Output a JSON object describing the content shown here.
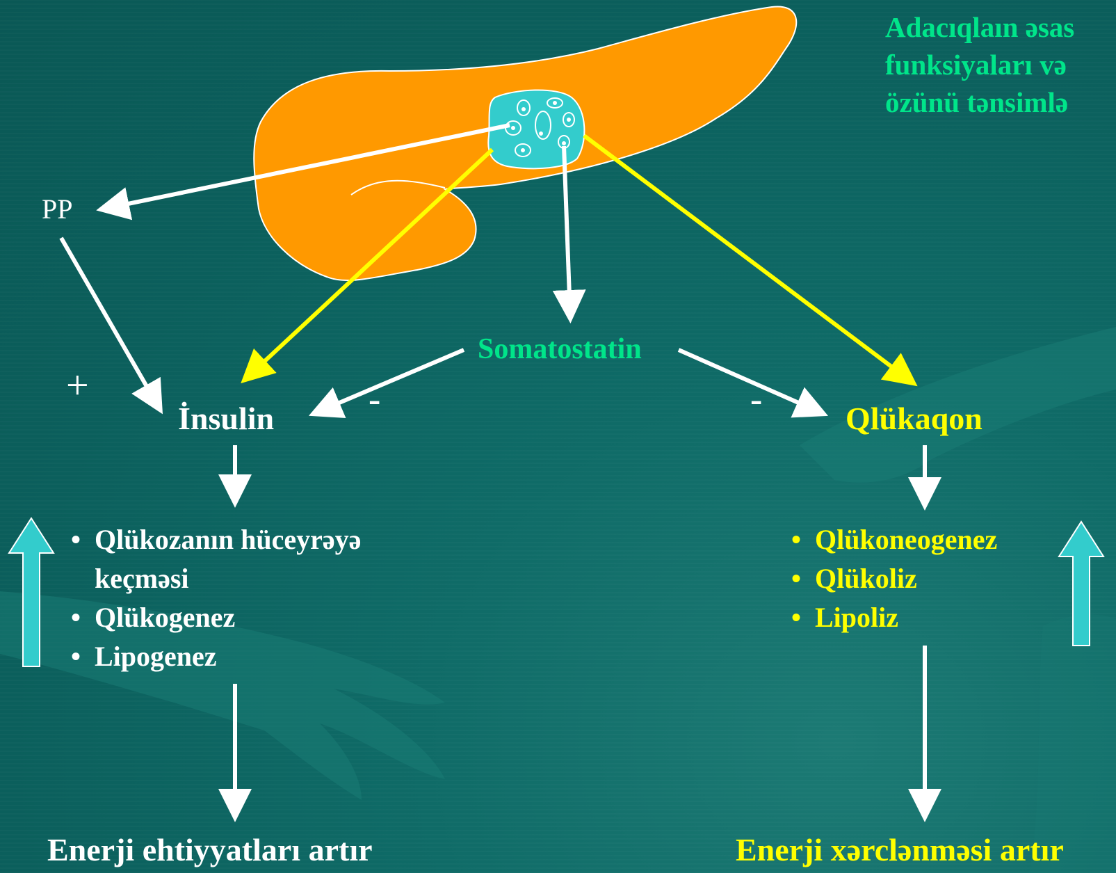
{
  "title_lines": [
    "Adacıqlaın əsas",
    "funksiyaları və",
    "özünü tənsimlə"
  ],
  "hormones": {
    "pp": "PP",
    "somatostatin": "Somatostatin",
    "insulin": "İnsulin",
    "glucagon": "Qlükaqon"
  },
  "signs": {
    "plus": "+",
    "minus_left": "-",
    "minus_right": "-"
  },
  "insulin_effects": [
    "Qlükozanın hüceyrəyə keçməsi",
    "Qlükogenez",
    "Lipogenez"
  ],
  "glucagon_effects": [
    "Qlükoneogenez",
    "Qlükoliz",
    "Lipoliz"
  ],
  "outcomes": {
    "insulin": "Enerji ehtiyyatları artır",
    "glucagon": "Enerji xərclənməsi artır"
  },
  "colors": {
    "title": "#00e58a",
    "pancreas": "#ff9900",
    "islet": "#33cccc",
    "insulin_arrow": "#ffff00",
    "white_arrow": "#ffffff",
    "up_arrow": "#33cccc",
    "glucagon_text": "#ffff00"
  },
  "icons": [
    "pancreas-shape",
    "islet-cells",
    "up-arrow-icon"
  ]
}
